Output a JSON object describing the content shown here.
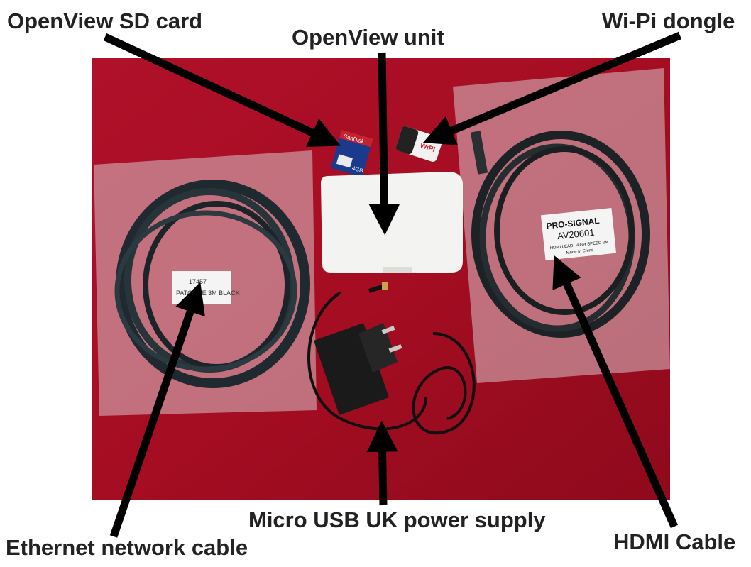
{
  "labels": {
    "sd_card": "OpenView SD card",
    "unit": "OpenView unit",
    "wifi_dongle": "Wi-Pi dongle",
    "power_supply": "Micro USB UK power supply",
    "ethernet_cable": "Ethernet network cable",
    "hdmi_cable": "HDMI Cable"
  },
  "photo_text": {
    "sd_brand": "SanDisk",
    "sd_capacity": "4GB",
    "dongle_brand": "WiPi",
    "hdmi_label_brand": "PRO-SIGNAL",
    "hdmi_label_code": "AV20601",
    "hdmi_label_desc": "HDMI LEAD, HIGH SPEED 2M",
    "hdmi_label_origin": "Made in China",
    "ethernet_label_code": "17457",
    "ethernet_label_desc": "PATCH LE 3M BLACK"
  },
  "colors": {
    "background": "#a50d22",
    "arrow": "#000000",
    "label_text": "#222222"
  }
}
